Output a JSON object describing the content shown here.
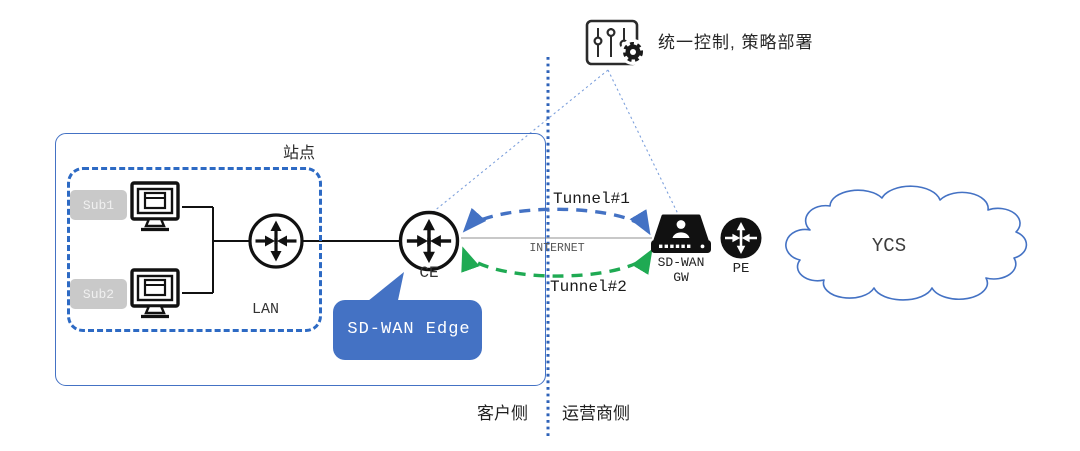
{
  "diagram_title": "SD-WAN site to operator network diagram",
  "controller": {
    "icon": "control-sliders-gear-icon",
    "label": "统一控制, 策略部署"
  },
  "site": {
    "label": "站点",
    "lan_label": "LAN",
    "subnets": [
      {
        "label": "Sub1",
        "icon": "desktop-computer-icon"
      },
      {
        "label": "Sub2",
        "icon": "desktop-computer-icon"
      }
    ],
    "lan_router_icon": "router-icon"
  },
  "ce": {
    "label": "CE",
    "icon": "router-icon"
  },
  "edge_callout": {
    "label": "SD-WAN Edge"
  },
  "links": {
    "tunnel1_label": "Tunnel#1",
    "tunnel2_label": "Tunnel#2",
    "internet_label": "INTERNET"
  },
  "gateway": {
    "label_line1": "SD-WAN",
    "label_line2": "GW",
    "icon": "gateway-appliance-icon"
  },
  "pe": {
    "label": "PE",
    "icon": "router-icon-dark"
  },
  "cloud": {
    "label": "YCS",
    "icon": "cloud-shape"
  },
  "zones": {
    "customer": "客户侧",
    "operator": "运营商侧"
  },
  "colors": {
    "accent_blue": "#4472C4",
    "lan_dash_blue": "#2D6AC4",
    "separator_blue": "#2E62B8",
    "light_dotted_blue": "#7DA0DC",
    "tunnel_green": "#1FAA53",
    "internet_gray": "#A6A6A6",
    "device_black": "#111111",
    "subnet_gray": "#C9C9C9"
  }
}
